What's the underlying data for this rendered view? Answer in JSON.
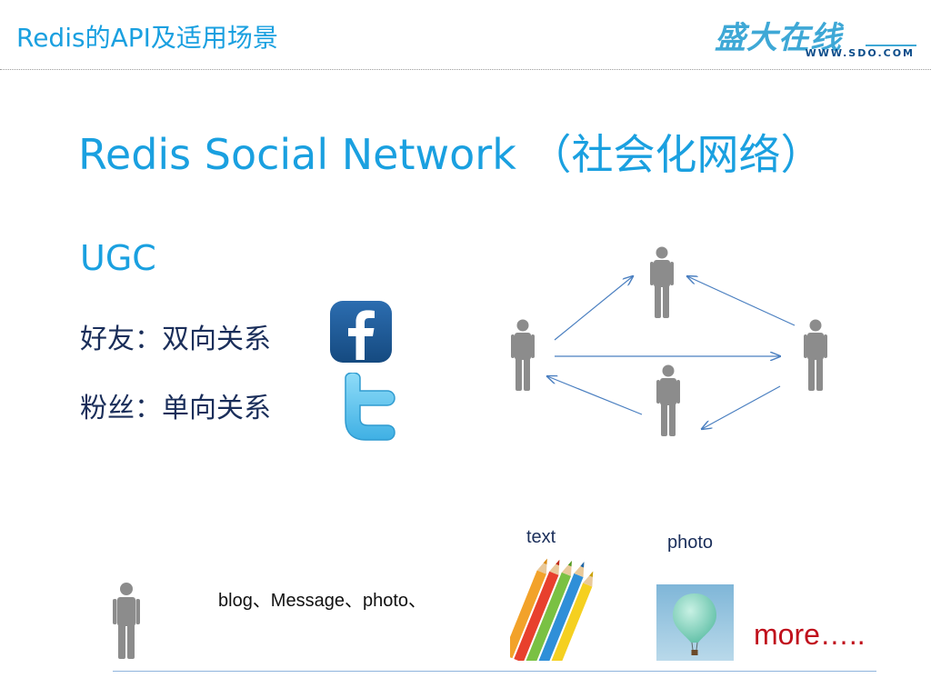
{
  "header": {
    "title": "Redis的API及适用场景",
    "logo_text": "盛大在线",
    "logo_url": "WWW.SDO.COM"
  },
  "slide": {
    "title": "Redis Social Network （社会化网络）",
    "ugc": "UGC",
    "friends_line": "好友：双向关系",
    "followers_line": "粉丝：单向关系"
  },
  "icons": {
    "facebook": "facebook-icon",
    "twitter": "twitter-icon",
    "person": "person-icon"
  },
  "bottom": {
    "content_list": "blog、Message、photo、",
    "text_label": "text",
    "photo_label": "photo",
    "more": "more….."
  },
  "colors": {
    "accent_blue": "#1aa0e0",
    "dark_text": "#1a2e5a",
    "more_red": "#c0101c",
    "facebook_blue": "#1d5c9a",
    "twitter_blue": "#5fc3ee",
    "person_gray": "#8c8c8c",
    "arrow_blue": "#4a7fc0"
  }
}
